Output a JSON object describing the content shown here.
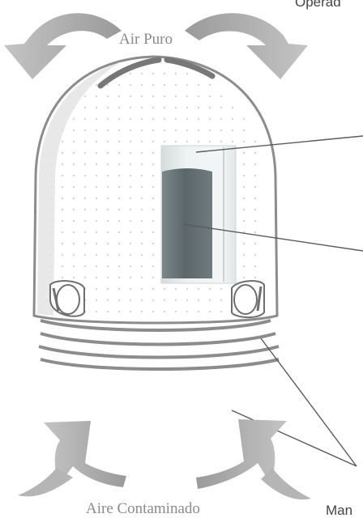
{
  "diagram": {
    "top_label": "Air Puro",
    "bottom_label": "Aire Contaminado",
    "top_right_text": "Operad",
    "bottom_right_text": "Man"
  },
  "colors": {
    "arrow": "#a9a9a9",
    "outline": "#8c8c8c",
    "dots": "#d4d4d4",
    "filter_dark": "#5f6b6f",
    "filter_light": "#dde3e3",
    "leader": "#5a5a5a"
  },
  "icons": [
    "curved-arrow-icon",
    "upward-arrow-icon"
  ]
}
